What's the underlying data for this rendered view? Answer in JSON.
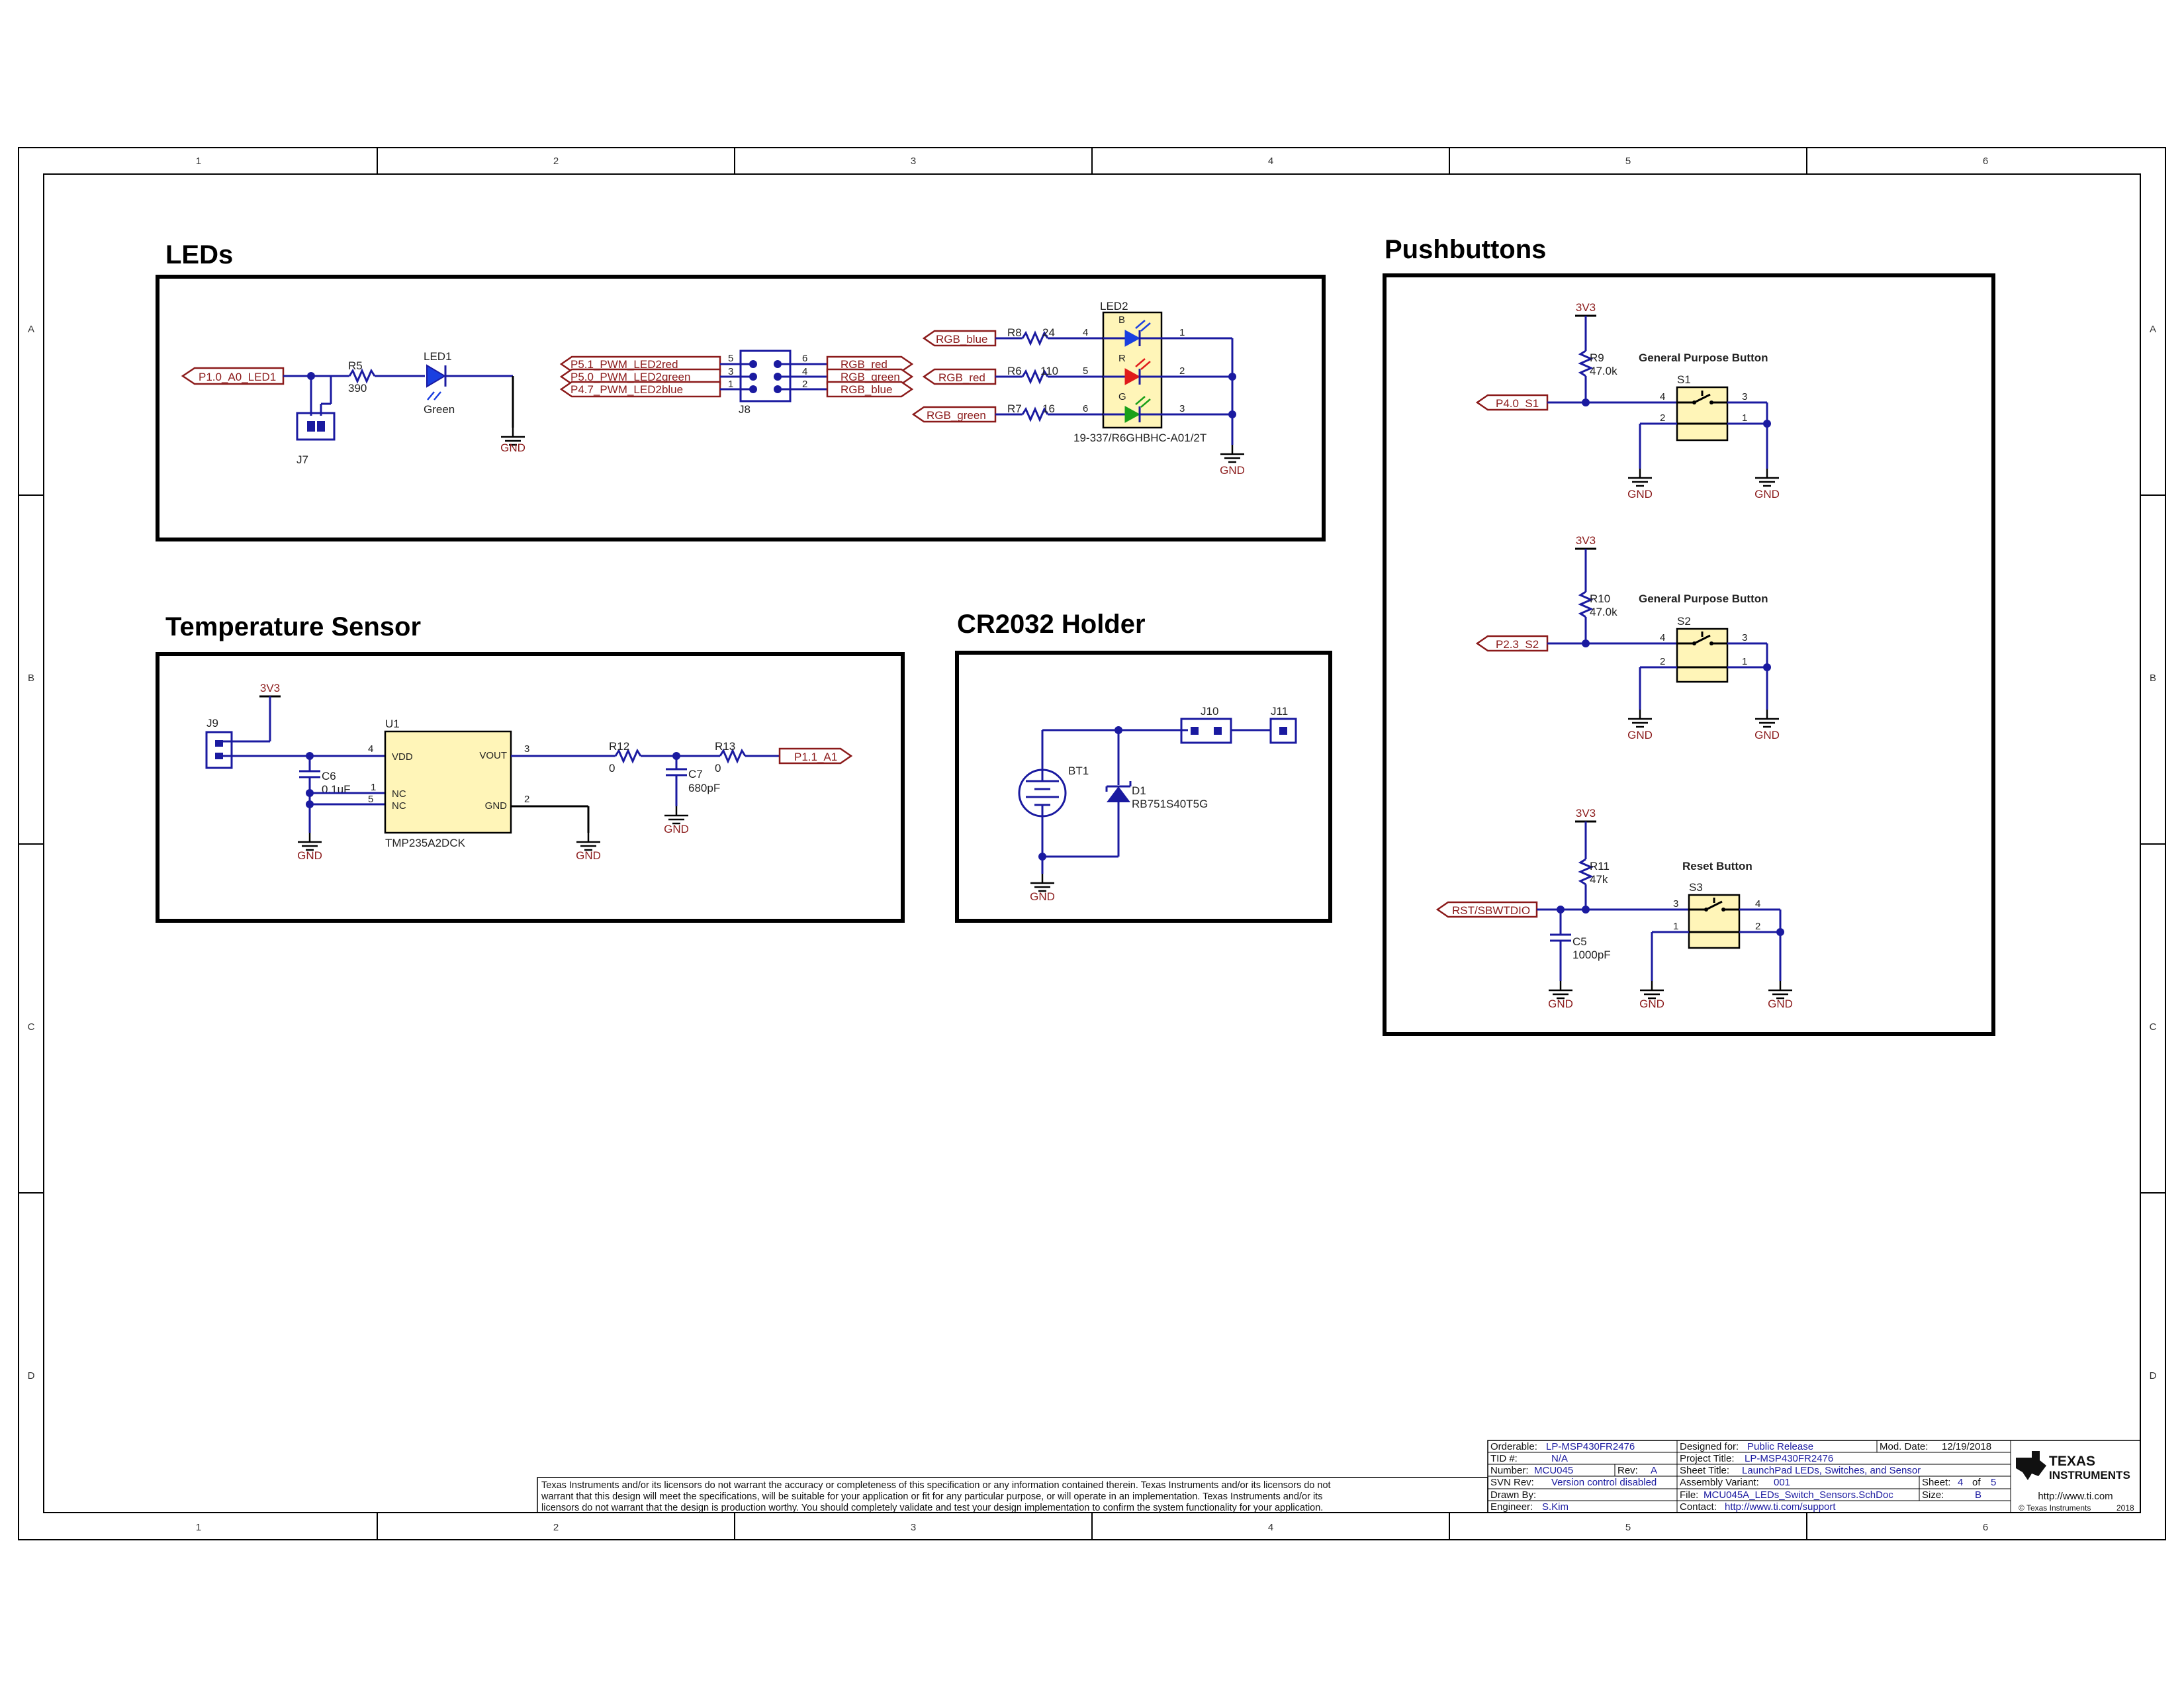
{
  "sheet": {
    "columns": [
      "1",
      "2",
      "3",
      "4",
      "5",
      "6"
    ],
    "rows": [
      "A",
      "B",
      "C",
      "D"
    ]
  },
  "sections": {
    "leds": "LEDs",
    "pushbuttons": "Pushbuttons",
    "temperature": "Temperature Sensor",
    "cr2032": "CR2032 Holder"
  },
  "leds_block": {
    "led1_net": "P1.0_A0_LED1",
    "r5_ref": "R5",
    "r5_value": "390",
    "led1_ref": "LED1",
    "led1_color": "Green",
    "j7_ref": "J7",
    "gnd": "GND",
    "j8_ref": "J8",
    "j8_left_nets": [
      "P5.1_PWM_LED2red",
      "P5.0_PWM_LED2green",
      "P4.7_PWM_LED2blue"
    ],
    "j8_left_pins": [
      "5",
      "3",
      "1"
    ],
    "j8_right_pins": [
      "6",
      "4",
      "2"
    ],
    "j8_right_nets": [
      "RGB_red",
      "RGB_green",
      "RGB_blue"
    ],
    "rgb_nets": [
      "RGB_blue",
      "RGB_red",
      "RGB_green"
    ],
    "rgb_res_refs": [
      "R8",
      "R6",
      "R7"
    ],
    "rgb_res_values": [
      "24",
      "110",
      "16"
    ],
    "led2_in_pins": [
      "4",
      "5",
      "6"
    ],
    "led2_out_pins": [
      "1",
      "2",
      "3"
    ],
    "led2_letters": [
      "B",
      "R",
      "G"
    ],
    "led2_ref": "LED2",
    "led2_part": "19-337/R6GHBHC-A01/2T",
    "color_blue": "#1a3fe0",
    "color_red": "#e01a1a",
    "color_green": "#1aa01a"
  },
  "pushbuttons_block": {
    "rail": "3V3",
    "gnd": "GND",
    "s1": {
      "title": "General Purpose Button",
      "res_ref": "R9",
      "res_value": "47.0k",
      "net": "P4.0_S1",
      "ref": "S1",
      "pins": [
        "4",
        "2",
        "3",
        "1"
      ]
    },
    "s2": {
      "title": "General Purpose Button",
      "res_ref": "R10",
      "res_value": "47.0k",
      "net": "P2.3_S2",
      "ref": "S2",
      "pins": [
        "4",
        "2",
        "3",
        "1"
      ]
    },
    "s3": {
      "title": "Reset Button",
      "res_ref": "R11",
      "res_value": "47k",
      "net": "RST/SBWTDIO",
      "ref": "S3",
      "pins": [
        "3",
        "1",
        "4",
        "2"
      ],
      "cap_ref": "C5",
      "cap_value": "1000pF"
    }
  },
  "temp_block": {
    "rail": "3V3",
    "gnd": "GND",
    "j9_ref": "J9",
    "c6_ref": "C6",
    "c6_value": "0.1uF",
    "u1_ref": "U1",
    "u1_part": "TMP235A2DCK",
    "u1_pin_names": [
      "VDD",
      "NC",
      "NC",
      "VOUT",
      "GND"
    ],
    "u1_pin_nums": [
      "4",
      "1",
      "5",
      "3",
      "2"
    ],
    "r12_ref": "R12",
    "r12_value": "0",
    "c7_ref": "C7",
    "c7_value": "680pF",
    "r13_ref": "R13",
    "r13_value": "0",
    "out_net": "P1.1_A1"
  },
  "cr2032_block": {
    "bt1_ref": "BT1",
    "d1_ref": "D1",
    "d1_part": "RB751S40T5G",
    "j10_ref": "J10",
    "j11_ref": "J11",
    "gnd": "GND"
  },
  "title_block": {
    "orderable_label": "Orderable:",
    "orderable": "LP-MSP430FR2476",
    "tid_label": "TID #:",
    "tid": "N/A",
    "number_label": "Number:",
    "number": "MCU045",
    "rev_label": "Rev:",
    "rev": "A",
    "svn_label": "SVN Rev:",
    "svn": "Version control disabled",
    "drawn_label": "Drawn By:",
    "drawn": "",
    "engineer_label": "Engineer:",
    "engineer": "S.Kim",
    "designed_label": "Designed for:",
    "designed": "Public Release",
    "mod_label": "Mod. Date:",
    "mod": "12/19/2018",
    "project_label": "Project Title:",
    "project": "LP-MSP430FR2476",
    "sheet_title_label": "Sheet Title:",
    "sheet_title": "LaunchPad LEDs, Switches, and Sensor",
    "assembly_label": "Assembly Variant:",
    "assembly": "001",
    "sheet_label": "Sheet:",
    "sheet_num": "4",
    "of_label": "of",
    "sheet_total": "5",
    "file_label": "File:",
    "file": "MCU045A_LEDs_Switch_Sensors.SchDoc",
    "size_label": "Size:",
    "size": "B",
    "contact_label": "Contact:",
    "contact": "http://www.ti.com/support",
    "brand_line1": "TEXAS",
    "brand_line2": "INSTRUMENTS",
    "url": "http://www.ti.com",
    "copyright": "© Texas Instruments",
    "year": "2018",
    "disclaimer": [
      "Texas Instruments and/or its licensors do not warrant the accuracy or completeness of this specification or any information contained therein. Texas Instruments and/or its licensors do not",
      "warrant that this design will meet the specifications, will be suitable for your application or fit for any particular purpose, or will operate in an implementation. Texas Instruments and/or its",
      "licensors do not warrant that the design is production worthy. You should completely validate and test your design implementation to confirm the system functionality for your application."
    ]
  }
}
